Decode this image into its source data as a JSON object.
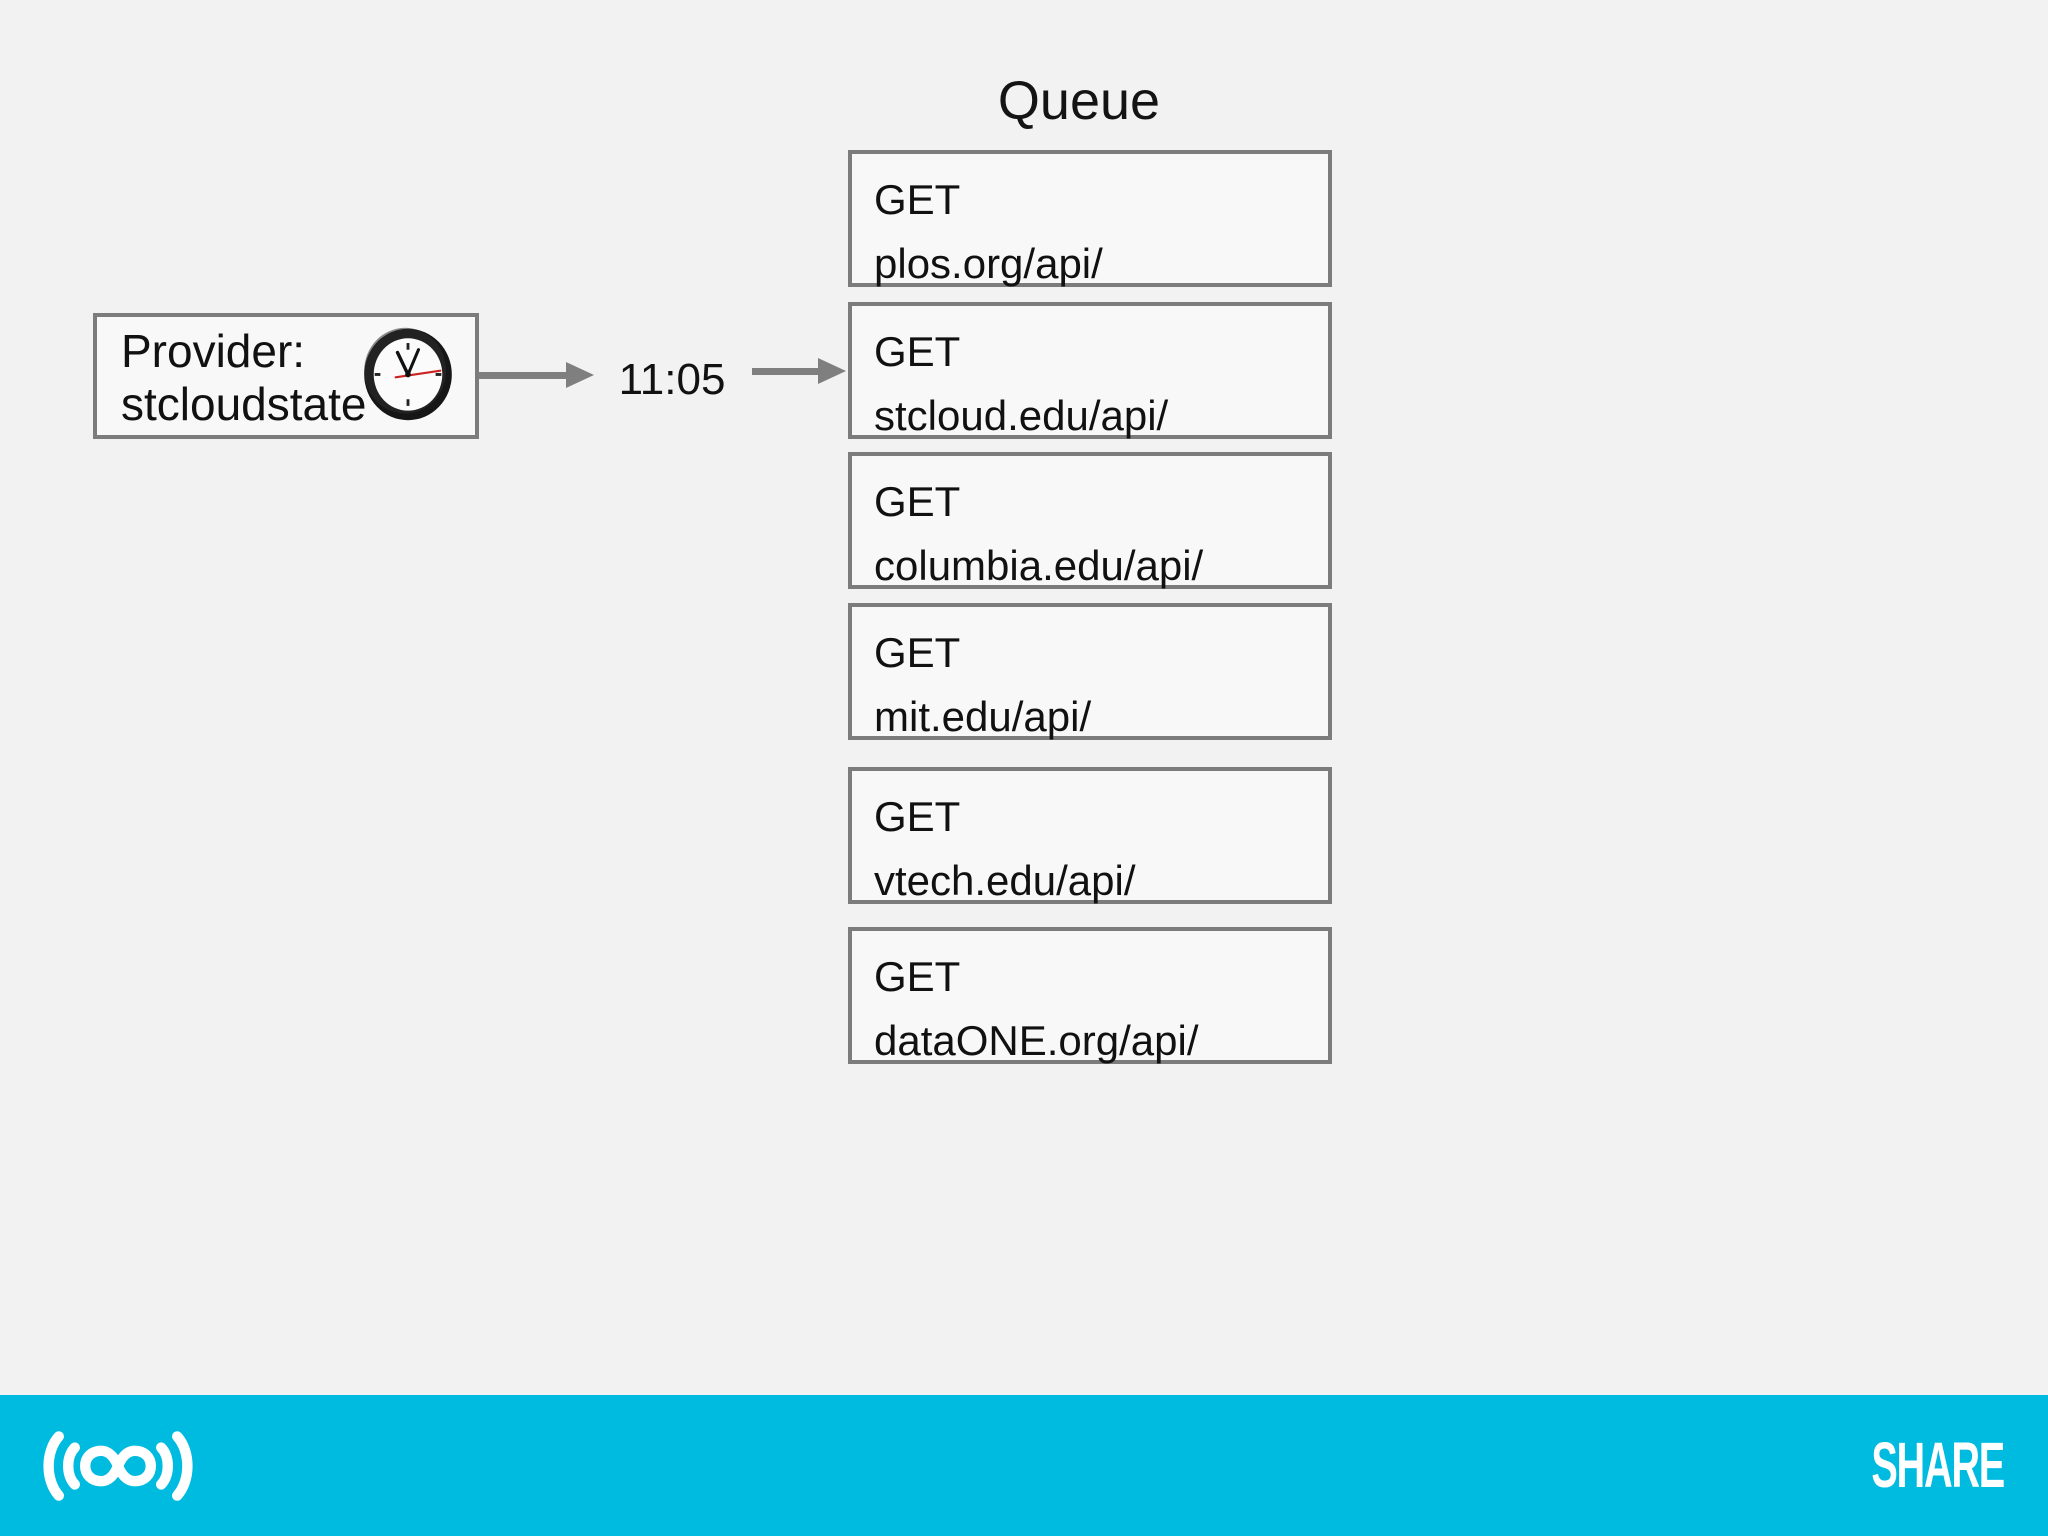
{
  "slide": {
    "title": "Queue",
    "provider_box": {
      "line1": "Provider:",
      "line2": "stcloudstate"
    },
    "time_label": "11:05",
    "queue_items": [
      {
        "method": "GET",
        "url": "plos.org/api/"
      },
      {
        "method": "GET",
        "url": "stcloud.edu/api/"
      },
      {
        "method": "GET",
        "url": "columbia.edu/api/"
      },
      {
        "method": "GET",
        "url": "mit.edu/api/"
      },
      {
        "method": "GET",
        "url": "vtech.edu/api/"
      },
      {
        "method": "GET",
        "url": "dataONE.org/api/"
      }
    ],
    "footer": {
      "wordmark": "SHARE"
    },
    "icons": {
      "clock": "clock-icon",
      "logo": "share-infinity-soundwave-icon"
    },
    "colors": {
      "page_background": "#f2f2f3",
      "box_fill": "#f8f8f9",
      "box_border": "#7c7c7c",
      "arrow": "#7f7f7f",
      "footer_background": "#00bbe0",
      "text": "#111111",
      "second_hand_red": "#cc2222",
      "wordmark_white": "#ffffff"
    }
  }
}
